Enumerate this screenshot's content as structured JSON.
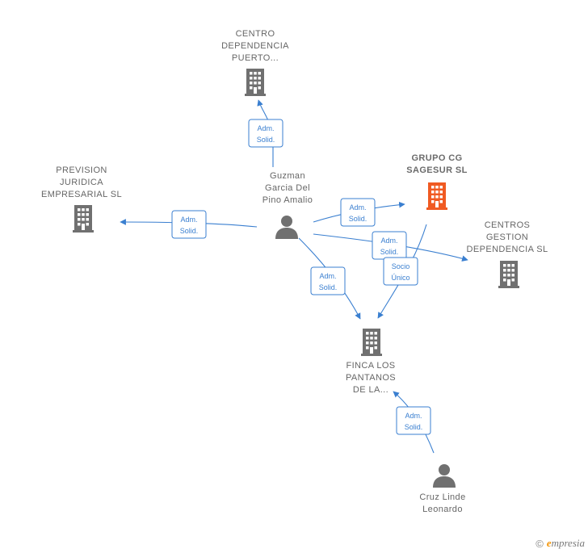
{
  "colors": {
    "edge": "#3a7fd0",
    "company": "#707070",
    "focus_company": "#f05a22",
    "person": "#707070",
    "label": "#666666"
  },
  "nodes": [
    {
      "id": "centro",
      "kind": "company",
      "icon": "building-icon",
      "label": [
        "CENTRO",
        "DEPENDENCIA",
        "PUERTO..."
      ]
    },
    {
      "id": "prevision",
      "kind": "company",
      "icon": "building-icon",
      "label": [
        "PREVISION",
        "JURIDICA",
        "EMPRESARIAL SL"
      ]
    },
    {
      "id": "guzman",
      "kind": "person",
      "icon": "person-icon",
      "label": [
        "Guzman",
        "Garcia Del",
        "Pino Amalio"
      ]
    },
    {
      "id": "grupo",
      "kind": "company",
      "focus": true,
      "icon": "building-icon",
      "label": [
        "GRUPO CG",
        "SAGESUR SL"
      ]
    },
    {
      "id": "centros",
      "kind": "company",
      "icon": "building-icon",
      "label": [
        "CENTROS",
        "GESTION",
        "DEPENDENCIA SL"
      ]
    },
    {
      "id": "finca",
      "kind": "company",
      "icon": "building-icon",
      "label": [
        "FINCA LOS",
        "PANTANOS",
        "DE LA..."
      ]
    },
    {
      "id": "cruz",
      "kind": "person",
      "icon": "person-icon",
      "label": [
        "Cruz Linde",
        "Leonardo"
      ]
    }
  ],
  "edges": [
    {
      "from": "guzman",
      "to": "centro",
      "label": [
        "Adm.",
        "Solid."
      ]
    },
    {
      "from": "guzman",
      "to": "prevision",
      "label": [
        "Adm.",
        "Solid."
      ]
    },
    {
      "from": "guzman",
      "to": "grupo",
      "label": [
        "Adm.",
        "Solid."
      ]
    },
    {
      "from": "guzman",
      "to": "centros",
      "label": [
        "Adm.",
        "Solid."
      ]
    },
    {
      "from": "guzman",
      "to": "finca",
      "label": [
        "Adm.",
        "Solid."
      ]
    },
    {
      "from": "grupo",
      "to": "finca",
      "label": [
        "Socio",
        "Único"
      ]
    },
    {
      "from": "cruz",
      "to": "finca",
      "label": [
        "Adm.",
        "Solid."
      ]
    }
  ],
  "footer": {
    "copyright": "©",
    "brand_first": "e",
    "brand_rest": "mpresia"
  }
}
